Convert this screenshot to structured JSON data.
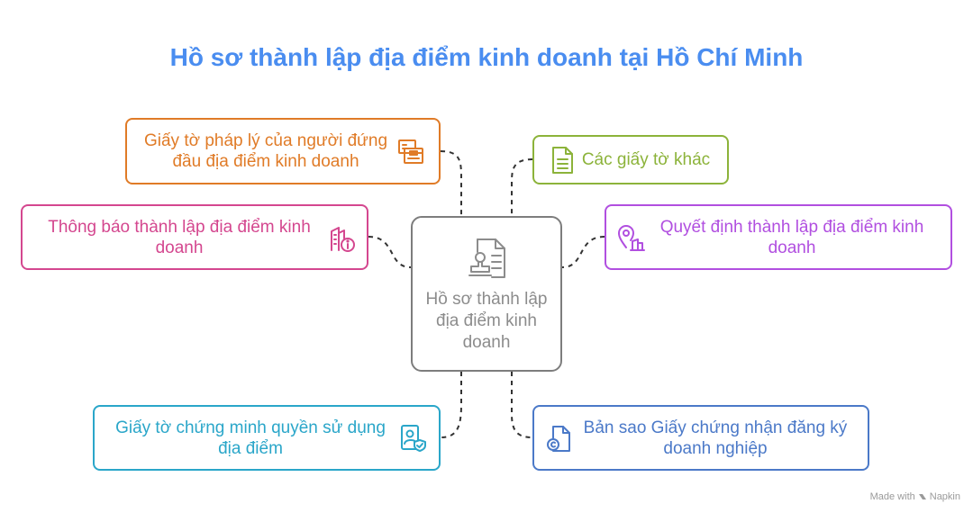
{
  "title": "Hồ sơ thành lập địa điểm kinh doanh tại Hồ Chí Minh",
  "center": {
    "label": "Hồ sơ thành lập địa điểm kinh doanh",
    "color": "#7d7d7d"
  },
  "nodes": [
    {
      "id": "legal-docs",
      "label": "Giấy tờ pháp lý của người đứng đầu địa điểm kinh doanh",
      "color": "#e07b27",
      "icon": "id-cards-icon"
    },
    {
      "id": "other-docs",
      "label": "Các giấy tờ khác",
      "color": "#8cb33a",
      "icon": "document-icon"
    },
    {
      "id": "notice",
      "label": "Thông báo thành lập địa điểm kinh doanh",
      "color": "#d4478f",
      "icon": "building-info-icon"
    },
    {
      "id": "decision",
      "label": "Quyết định thành lập địa điểm kinh doanh",
      "color": "#b14fe0",
      "icon": "location-building-icon"
    },
    {
      "id": "usage-proof",
      "label": "Giấy tờ chứng minh quyền sử dụng địa điểm",
      "color": "#2aa6c9",
      "icon": "verified-person-icon"
    },
    {
      "id": "copy-cert",
      "label": "Bản sao Giấy chứng nhận đăng ký doanh nghiệp",
      "color": "#4b79c8",
      "icon": "copyright-file-icon"
    }
  ],
  "footer": {
    "made_with": "Made with",
    "brand": "Napkin"
  }
}
